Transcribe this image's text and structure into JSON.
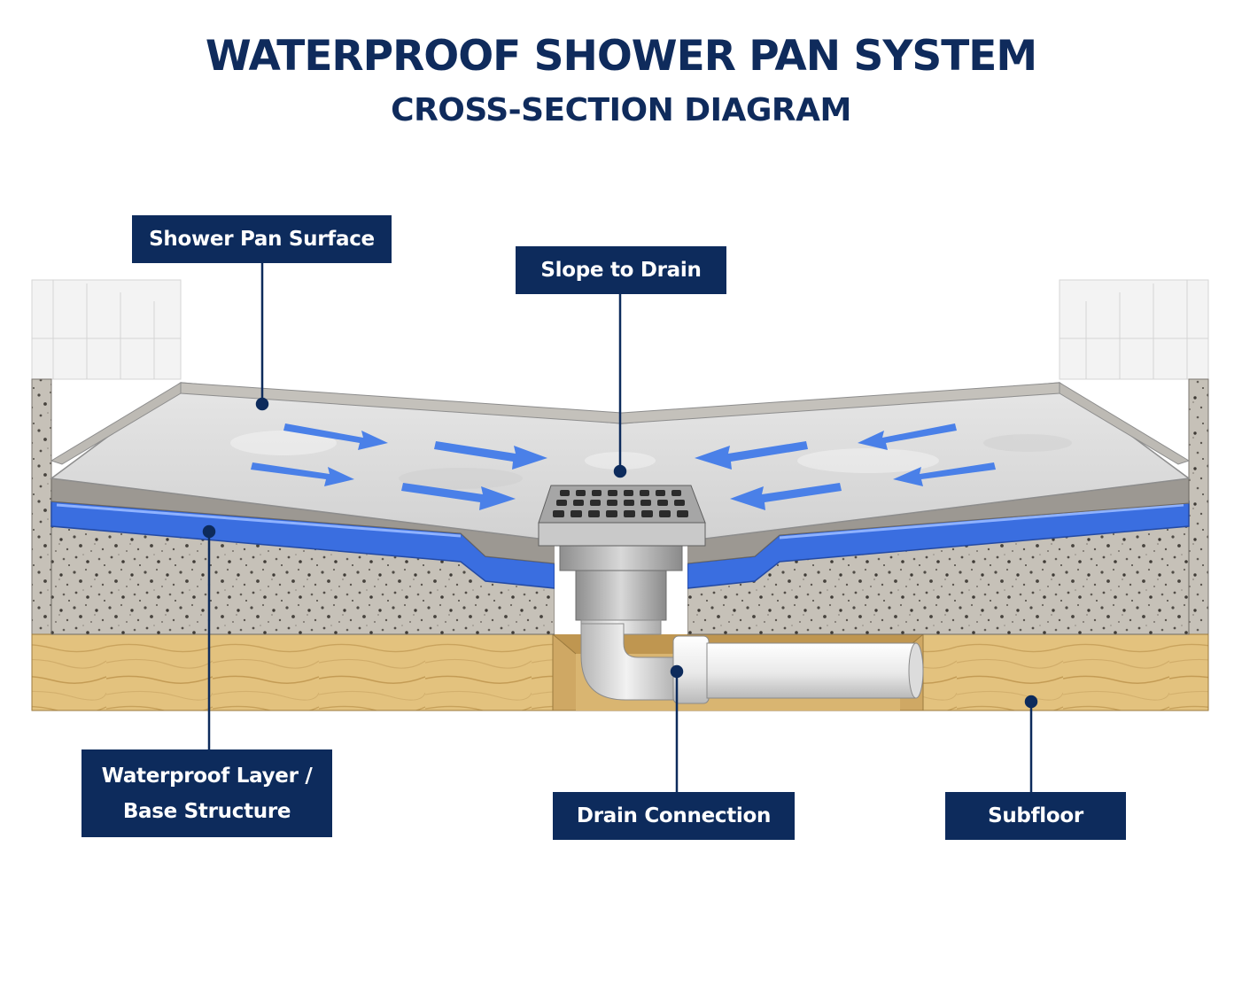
{
  "header": {
    "title": "WATERPROOF SHOWER PAN SYSTEM",
    "subtitle": "CROSS-SECTION DIAGRAM"
  },
  "labels": {
    "shower_pan_surface": "Shower Pan Surface",
    "slope_to_drain": "Slope to Drain",
    "waterproof_layer_line1": "Waterproof Layer /",
    "waterproof_layer_line2": "Base Structure",
    "drain_connection": "Drain Connection",
    "subfloor": "Subfloor"
  },
  "colors": {
    "label_background": "#0d2b5c",
    "title": "#0f2b5c",
    "waterproof_membrane": "#3a6ee0",
    "flow_arrow": "#4a80e8",
    "subfloor_wood": "#e3c27e"
  }
}
